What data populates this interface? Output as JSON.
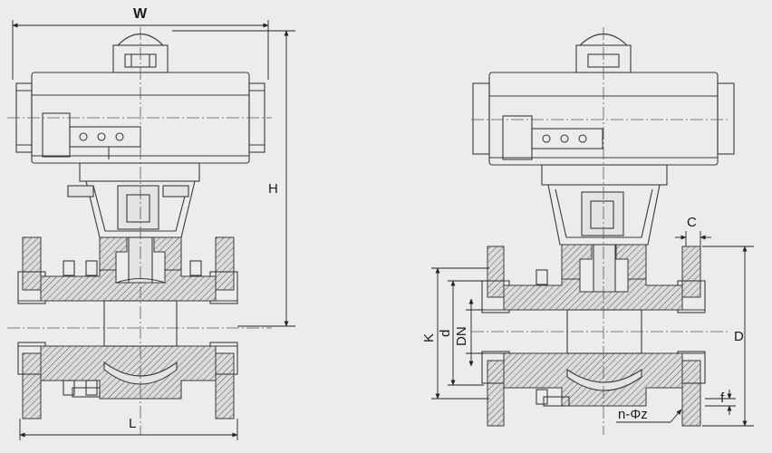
{
  "left_view": {
    "labels": {
      "width": "W",
      "height": "H",
      "length": "L"
    }
  },
  "right_view": {
    "labels": {
      "bolt_circle": "K",
      "raised_face": "d",
      "nominal_diameter": "DN",
      "flange_thickness": "C",
      "flange_diameter": "D",
      "face_height": "f",
      "bolt_holes": "n-Φz"
    }
  },
  "colors": {
    "background": "#ececec",
    "line": "#3a3a3a"
  }
}
